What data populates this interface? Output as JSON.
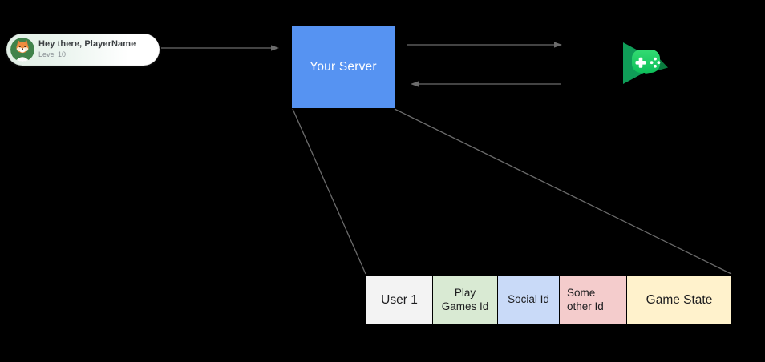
{
  "player_card": {
    "greeting": "Hey there, PlayerName",
    "level": "Level 10",
    "avatar_icon": "fox-avatar-icon"
  },
  "server": {
    "label": "Your Server"
  },
  "play_games": {
    "icon": "google-play-games-icon"
  },
  "connectors": {
    "client_to_server": "arrow-right",
    "server_to_play_games": "arrow-right",
    "play_games_to_server": "arrow-left",
    "server_to_table_left": "plain-line",
    "server_to_table_right": "plain-line"
  },
  "table": {
    "cells": [
      {
        "label": "User 1",
        "bg": "#f3f3f3"
      },
      {
        "label": "Play\nGames Id",
        "bg": "#d9ead3"
      },
      {
        "label": "Social Id",
        "bg": "#c9daf8"
      },
      {
        "label": "Some\nother Id",
        "bg": "#f4cccc"
      },
      {
        "label": "Game State",
        "bg": "#fff2cc"
      }
    ]
  },
  "colors": {
    "canvas_bg": "#000000",
    "server_bg": "#5693f2",
    "server_text": "#ffffff",
    "connector": "#6b6b6b",
    "play_triangle_green": "#0f9d58",
    "play_shadow_green": "#0a7c3f",
    "gamepad_green_light": "#33db72",
    "gamepad_green_dark": "#0fc05b",
    "avatar_bg_green": "#41834b",
    "fox_orange": "#ef8d3f",
    "pill_tint": "#e2efe6"
  }
}
